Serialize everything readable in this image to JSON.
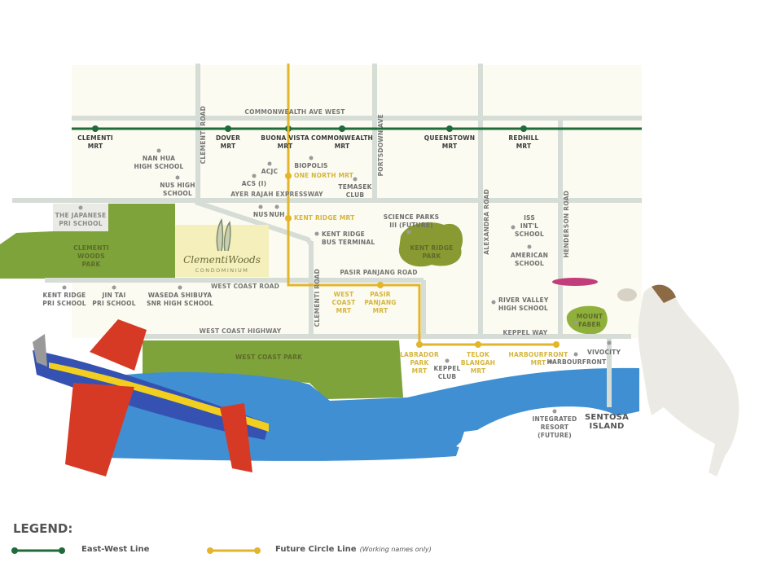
{
  "colors": {
    "east_west_line": "#1f6b3a",
    "circle_line": "#e3b52a",
    "road": "#d6dcd6",
    "park": "#7ea33a",
    "sea": "#3f8fd2"
  },
  "roads": {
    "commonwealth_ave_west": "COMMONWEALTH AVE WEST",
    "clementi_road": "CLEMENTI ROAD",
    "portsdown_ave": "PORTSDOWN AVE",
    "ayer_rajah": "AYER RAJAH EXPRESSWAY",
    "pasir_panjang_road": "PASIR PANJANG ROAD",
    "west_coast_road": "WEST COAST ROAD",
    "west_coast_highway": "WEST COAST HIGHWAY",
    "keppel_way": "KEPPEL WAY",
    "alexandra_road": "ALEXANDRA ROAD",
    "henderson_road": "HENDERSON ROAD",
    "clementi_road_south": "CLEMENTI ROAD"
  },
  "ew_stations": [
    "CLEMENTI\nMRT",
    "DOVER\nMRT",
    "BUONA VISTA\nMRT",
    "COMMONWEALTH\nMRT",
    "QUEENSTOWN\nMRT",
    "REDHILL\nMRT"
  ],
  "ccl_stations": [
    "ONE NORTH MRT",
    "KENT RIDGE MRT",
    "WEST\nCOAST\nMRT",
    "PASIR\nPANJANG\nMRT",
    "LABRADOR\nPARK\nMRT",
    "TELOK\nBLANGAH\nMRT",
    "HARBOURFRONT\nMRT"
  ],
  "places": [
    "NAN HUA\nHIGH SCHOOL",
    "NUS HIGH\nSCHOOL",
    "ACJC",
    "ACS (I)",
    "BIOPOLIS",
    "TEMASEK\nCLUB",
    "THE JAPANESE\nPRI SCHOOL",
    "NUS",
    "NUH",
    "KENT RIDGE\nBUS TERMINAL",
    "SCIENCE PARKS\nIII (FUTURE)",
    "ISS\nINT'L\nSCHOOL",
    "AMERICAN\nSCHOOL",
    "KENT RIDGE\nPRI SCHOOL",
    "JIN TAI\nPRI SCHOOL",
    "WASEDA SHIBUYA\nSNR HIGH SCHOOL",
    "RIVER VALLEY\nHIGH SCHOOL",
    "KEPPEL\nCLUB",
    "VIVOCITY",
    "HARBOURFRONT",
    "INTEGRATED\nRESORT\n(FUTURE)"
  ],
  "sentosa": "SENTOSA\nISLAND",
  "parks": [
    "CLEMENTI\nWOODS\nPARK",
    "KENT RIDGE\nPARK",
    "MOUNT\nFABER",
    "WEST COAST PARK"
  ],
  "logo": {
    "name": "ClementiWoods",
    "sub": "CONDOMINIUM"
  },
  "legend": {
    "title": "LEGEND:",
    "ew": "East-West Line",
    "ccl": "Future Circle Line",
    "ccl_note": "(Working names only)"
  }
}
